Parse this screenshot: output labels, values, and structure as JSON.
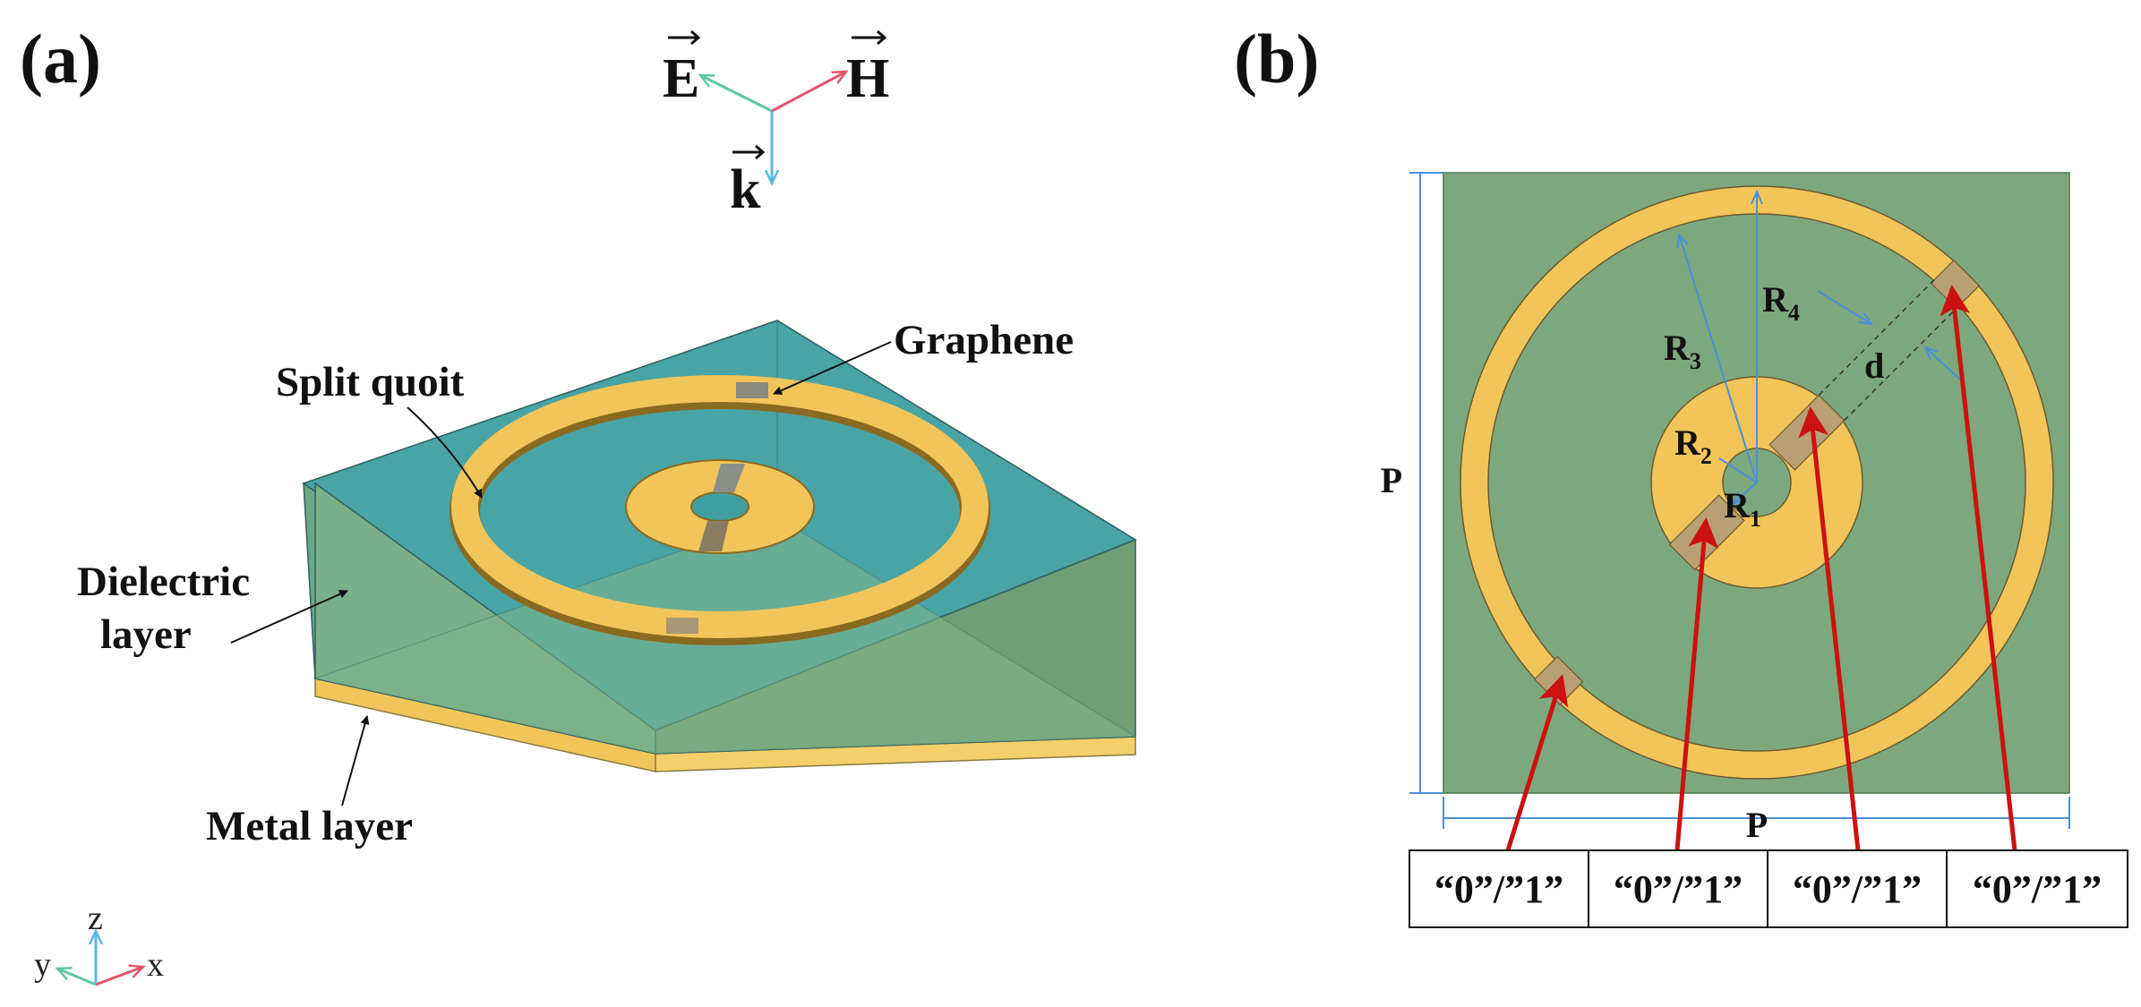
{
  "panels": {
    "a": "(a)",
    "b": "(b)"
  },
  "polarization": {
    "e": "E",
    "h": "H",
    "k": "k"
  },
  "callouts": {
    "graphene": "Graphene",
    "split_quoit": "Split quoit",
    "dielectric_1": "Dielectric",
    "dielectric_2": "layer",
    "metal": "Metal layer"
  },
  "axes": {
    "x": "x",
    "y": "y",
    "z": "z"
  },
  "dimensions": {
    "p_vertical": "P",
    "p_horizontal": "P",
    "r1": "R",
    "r1_sub": "1",
    "r2": "R",
    "r2_sub": "2",
    "r3": "R",
    "r3_sub": "3",
    "r4": "R",
    "r4_sub": "4",
    "d": "d"
  },
  "states": [
    "“0”/”1”",
    "“0”/”1”",
    "“0”/”1”",
    "“0”/”1”"
  ],
  "colors": {
    "substrate_green": "#7da87d",
    "gold": "#f2c55a",
    "graphene_patch": "#b8a074",
    "dielectric_top": "#3f9fa0",
    "dielectric_side": "#5a9b86",
    "arrow_red": "#cc1111",
    "dim_blue": "#4a90d9"
  }
}
